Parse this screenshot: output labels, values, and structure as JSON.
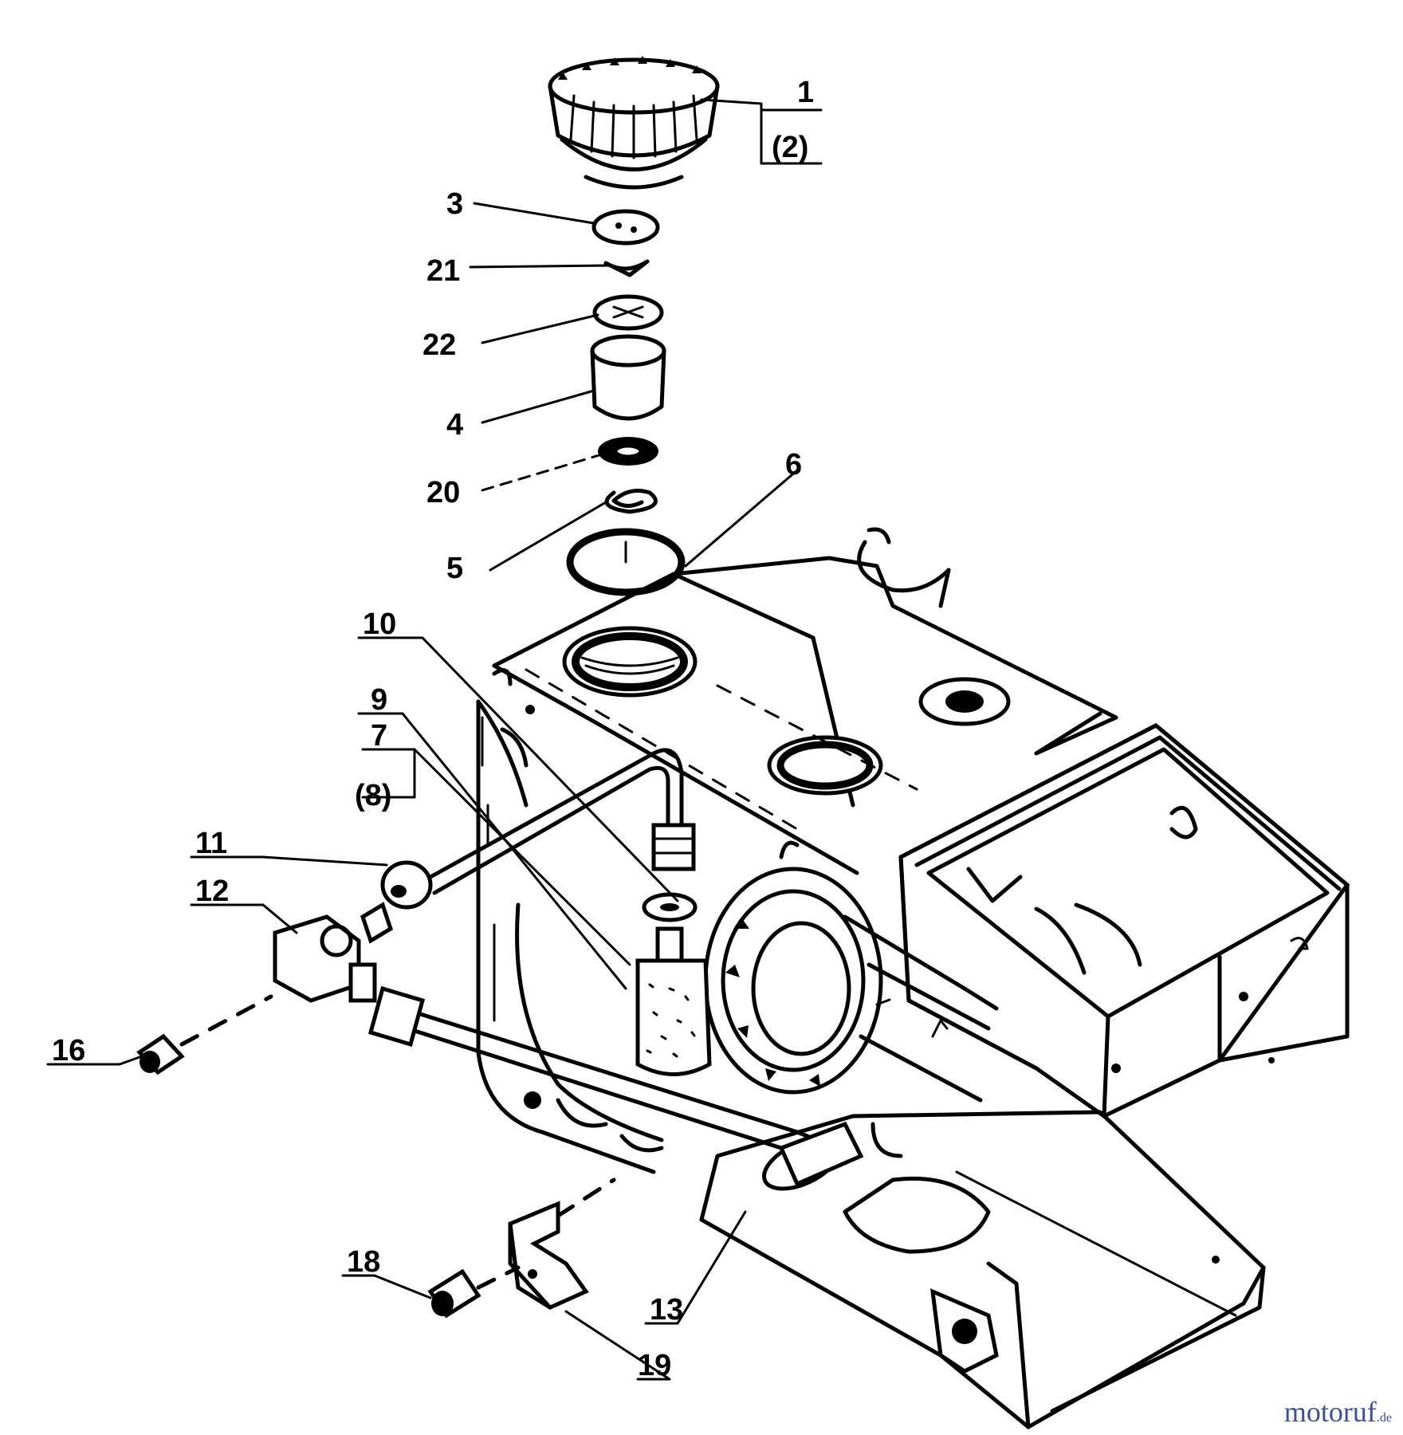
{
  "labels": {
    "l1": "1",
    "l2": "(2)",
    "l3": "3",
    "l21": "21",
    "l22": "22",
    "l4": "4",
    "l20": "20",
    "l5": "5",
    "l6": "6",
    "l10": "10",
    "l9": "9",
    "l7": "7",
    "l8": "(8)",
    "l11": "11",
    "l12": "12",
    "l16": "16",
    "l18": "18",
    "l13": "13",
    "l19": "19"
  },
  "watermark": {
    "main": "motoruf",
    "suffix": ".de"
  }
}
